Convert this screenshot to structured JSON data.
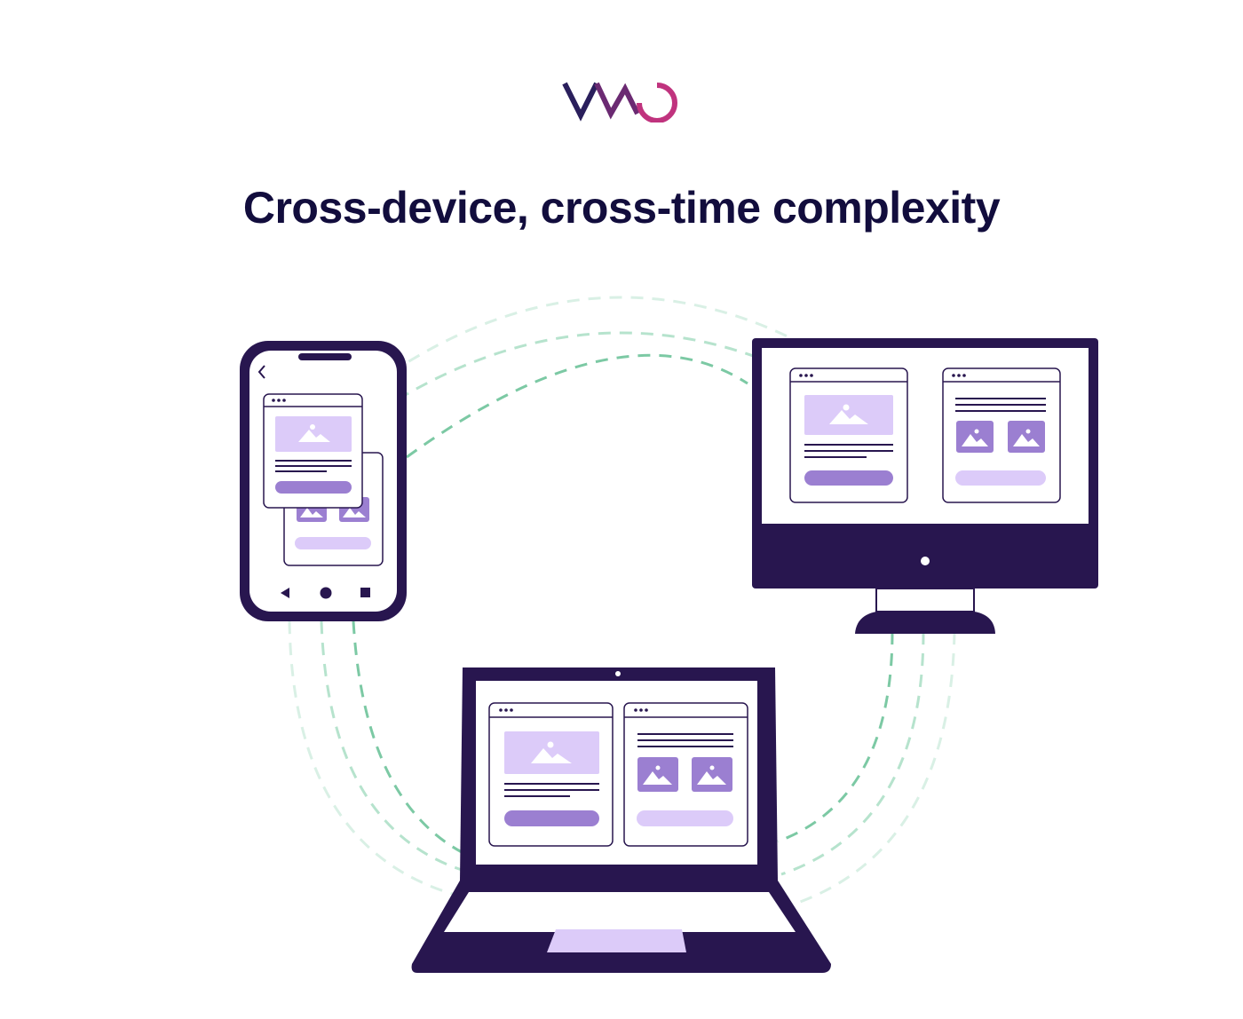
{
  "brand": {
    "logo_text": "VWO",
    "colors": {
      "dark": "#2a1f5c",
      "magenta": "#c0337e"
    }
  },
  "heading": {
    "title": "Cross-device, cross-time complexity"
  },
  "illustration": {
    "devices": [
      "mobile-phone",
      "desktop-monitor",
      "laptop"
    ],
    "colors": {
      "device": "#28164f",
      "accent": "#9b7fd1",
      "accent_light": "#dccbf9",
      "window_bar": "#f3effb",
      "dash_dark": "#7cc9a4",
      "dash_light": "#c9ebdb"
    }
  }
}
